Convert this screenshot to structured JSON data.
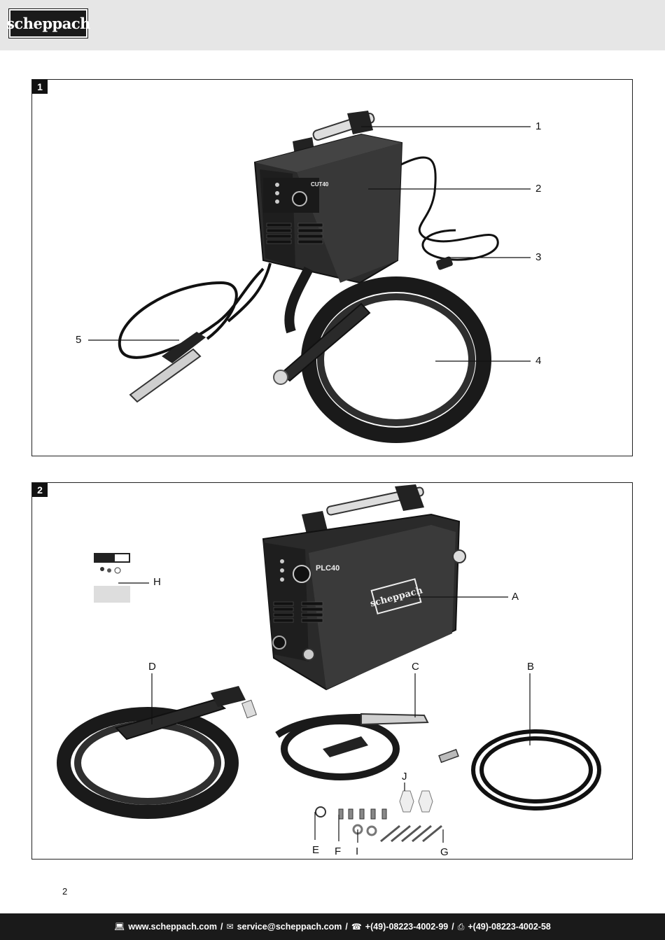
{
  "header": {
    "logo_text": "scheppach"
  },
  "figure1": {
    "number": "1",
    "device_label": "CUT40",
    "callouts": [
      "1",
      "2",
      "3",
      "4",
      "5"
    ]
  },
  "figure2": {
    "number": "2",
    "device_label": "PLC40",
    "device_logo": "scheppach",
    "callouts": [
      "A",
      "B",
      "C",
      "D",
      "E",
      "F",
      "G",
      "H",
      "I",
      "J"
    ]
  },
  "page_number": "2",
  "footer": {
    "web": "www.scheppach.com",
    "email": "service@scheppach.com",
    "phone": "+(49)-08223-4002-99",
    "fax": "+(49)-08223-4002-58",
    "separator": "/"
  },
  "icons": [
    "computer-icon",
    "mail-icon",
    "phone-icon",
    "fax-icon"
  ]
}
